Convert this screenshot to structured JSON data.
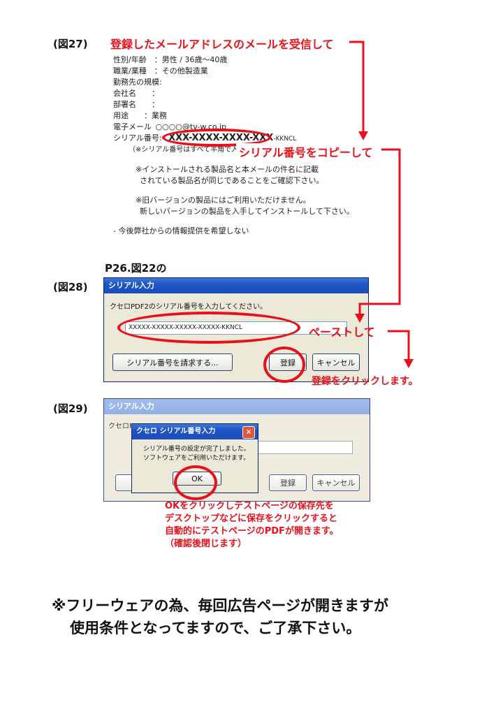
{
  "figures": {
    "fig27": "(図27)",
    "fig28": "(図28)",
    "fig29": "(図29)"
  },
  "notes": {
    "receive_mail": "登録したメールアドレスのメールを受信して",
    "copy_serial": "シリアル番号をコピーして",
    "p26_ref": "P26.図22の",
    "paste": "ペーストして",
    "click_register": "登録をクリックします。",
    "ok_note": [
      "OKをクリックしテストページの保存先を",
      "デスクトップなどに保存をクリックすると",
      "自動的にテストページのPDFが開きます。",
      "（確認後閉じます）"
    ]
  },
  "email": {
    "gender_age": "性別/年齢　：男性 / 36歳〜40歳",
    "occupation": "職業/業種　：その他製造業",
    "company_size": "勤務先の規模:",
    "company_name": "会社名　　：",
    "department": "部署名　　：",
    "usage": "用途　　：業務",
    "email_label": "電子メール",
    "email_value": "○○○○@tv-w.co.jp",
    "serial_label": "シリアル番号:",
    "serial_masked": "XXX-XXXX-XXXX-XXX",
    "serial_suffix": "-KKNCL",
    "serial_note_partial": "（※シリアル番号はすべて半角で入力して下さい）",
    "install_note_1": "※インストールされる製品名と本メールの件名に記載",
    "install_note_2": "されている製品名が同じであることをご確認下さい。",
    "old_version_1": "※旧バージョンの製品にはご利用いただけません。",
    "old_version_2": "新しいバージョンの製品を入手してインストールして下さい。",
    "opt_out": "- 今後弊社からの情報提供を希望しない"
  },
  "dialog1": {
    "title": "シリアル入力",
    "prompt": "クセロPDF2のシリアル番号を入力してください。",
    "serial_value": "XXXXX-XXXXX-XXXXX-XXXXX-KKNCL",
    "request_button": "シリアル番号を請求する...",
    "register_button": "登録",
    "cancel_button": "キャンセル"
  },
  "dialog2": {
    "title": "シリアル入力",
    "prompt_partial": "クセロP",
    "register_button": "登録",
    "cancel_button": "キャンセル"
  },
  "popup": {
    "title": "クセロ シリアル番号入力",
    "message_1": "シリアル番号の設定が完了しました。",
    "message_2": "ソフトウェアをご利用いただけます。",
    "ok_button": "OK",
    "close_glyph": "✕"
  },
  "bottom_note": {
    "line1": "※フリーウェアの為、毎回広告ページが開きますが",
    "line2": "使用条件となってますので、ご了承下さい。"
  },
  "colors": {
    "accent_red": "#e8101b",
    "xp_title_blue": "#1f55c4",
    "xp_face": "#ece9d8"
  }
}
